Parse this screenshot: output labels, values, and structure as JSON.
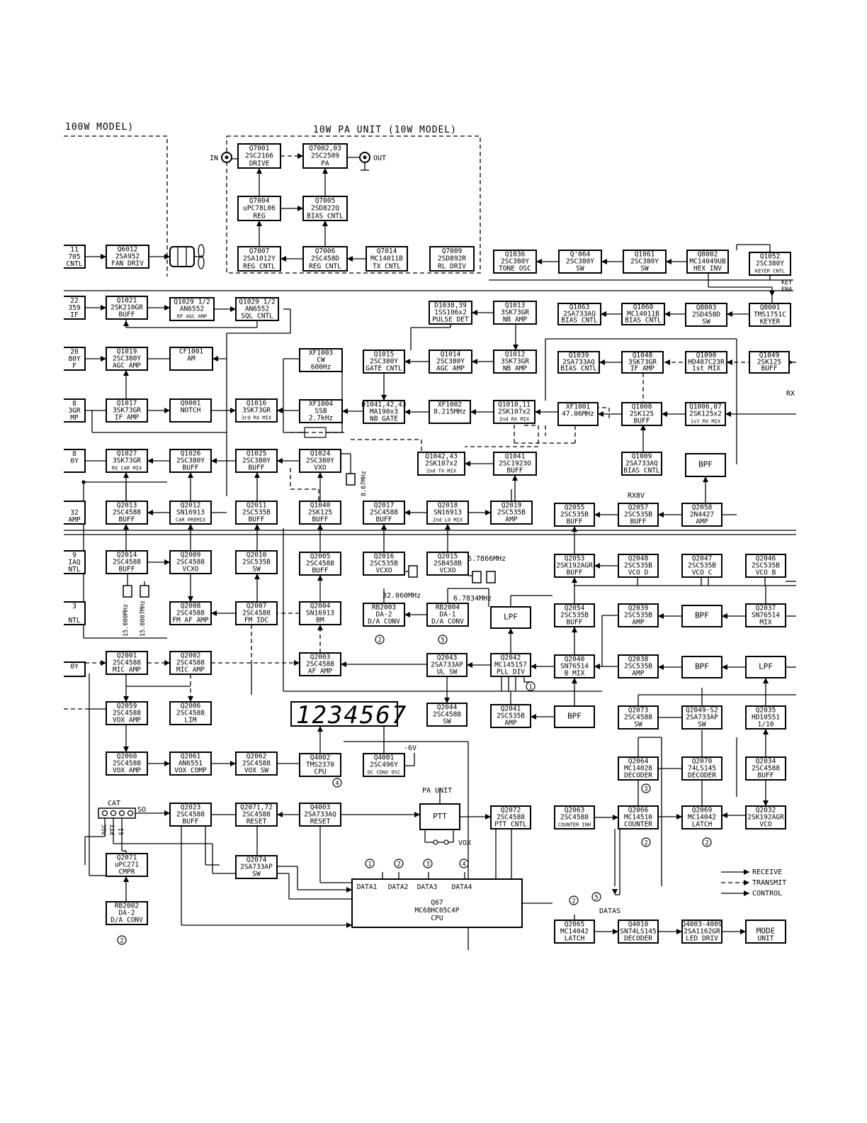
{
  "titles": {
    "left": "100W MODEL)",
    "pa_unit": "10W PA UNIT (10W MODEL)"
  },
  "labels": {
    "in": "IN",
    "out": "OUT",
    "pa_unit": "PA UNIT",
    "vox": "VOX",
    "cat": "CAT",
    "so": "SO",
    "agc": "AGC",
    "ptt": "PTT",
    "si": "SI",
    "rx8v": "RX8V",
    "rx": "RX",
    "key_ena": "KEY ENA",
    "minus6v": "-6V",
    "datas": "DATAS",
    "f_6786": "6.7866MHz",
    "f_6783": "6.7834MHz",
    "f_32060": "32.060MHz",
    "f_15000": "15.000MHz",
    "f_15007": "15.0007MHz",
    "f_867": "8.67MHz",
    "display": "1234567"
  },
  "legend": [
    {
      "text": "RECEIVE",
      "style": "solid"
    },
    {
      "text": "TRANSMIT",
      "style": "dash"
    },
    {
      "text": "CONTROL",
      "style": "solid"
    }
  ],
  "cpu_data_pins": [
    "DATA1",
    "DATA2",
    "DATA3",
    "DATA4"
  ],
  "markers": [
    "1",
    "2",
    "3",
    "4",
    "5"
  ],
  "partial_left": [
    [
      "11",
      "705",
      "CNTL"
    ],
    [
      "22",
      "359",
      "IF"
    ],
    [
      "20",
      "80Y",
      "F"
    ],
    [
      "8",
      "3GR",
      "MP"
    ],
    [
      "8",
      "0Y"
    ],
    [
      "",
      "32",
      "AMP"
    ],
    [
      "9",
      "IAQ",
      "NTL"
    ],
    [
      "3",
      "",
      "NTL"
    ],
    [
      "0Y",
      ""
    ]
  ],
  "blocks": [
    {
      "id": "Q7001",
      "lines": [
        "Q7001",
        "2SC2166",
        "DRIVE"
      ]
    },
    {
      "id": "Q7002",
      "lines": [
        "Q7002,03",
        "2SC2509",
        "PA"
      ]
    },
    {
      "id": "Q7004",
      "lines": [
        "Q7004",
        "uPC78L06",
        "REG"
      ]
    },
    {
      "id": "Q7005",
      "lines": [
        "Q7005",
        "2SD822Q",
        "BIAS CNTL"
      ]
    },
    {
      "id": "Q7007",
      "lines": [
        "Q7007",
        "2SA1012Y",
        "REG CNTL"
      ]
    },
    {
      "id": "Q7006",
      "lines": [
        "Q7006",
        "2SC458D",
        "REG CNTL"
      ]
    },
    {
      "id": "Q7014",
      "lines": [
        "Q7014",
        "MC14011B",
        "TX CNTL"
      ]
    },
    {
      "id": "Q7009",
      "lines": [
        "Q7009",
        "2SD892R",
        "RL DRIV"
      ]
    },
    {
      "id": "Q6012",
      "lines": [
        "Q6012",
        "2SA952",
        "FAN DRIV"
      ]
    },
    {
      "id": "Q1036",
      "lines": [
        "Q1036",
        "2SC380Y",
        "TONE OSC"
      ]
    },
    {
      "id": "Q1064",
      "lines": [
        "Q'064",
        "2SC380Y",
        "SW"
      ]
    },
    {
      "id": "Q1061",
      "lines": [
        "Q1061",
        "2SC380Y",
        "SW"
      ]
    },
    {
      "id": "Q8002",
      "lines": [
        "Q8002",
        "MC14049UB",
        "HEX INV"
      ]
    },
    {
      "id": "Q1052",
      "lines": [
        "Q1052",
        "2SC380Y",
        "KEYER CNTL"
      ]
    },
    {
      "id": "Q1021",
      "lines": [
        "Q1021",
        "2SK210GR",
        "BUFF"
      ]
    },
    {
      "id": "Q1029a",
      "lines": [
        "Q1029 1/2",
        "AN6552",
        "RF AGC AMP"
      ]
    },
    {
      "id": "Q1029b",
      "lines": [
        "Q1029 1/2",
        "AN6552",
        "SQL CNTL"
      ]
    },
    {
      "id": "D1038",
      "lines": [
        "D1038,39",
        "1SS106x2",
        "PULSE DET"
      ]
    },
    {
      "id": "Q1013",
      "lines": [
        "Q1013",
        "3SK73GR",
        "NB AMP"
      ]
    },
    {
      "id": "Q1063",
      "lines": [
        "Q1063",
        "2SA733AQ",
        "BIAS CNTL"
      ]
    },
    {
      "id": "Q1060",
      "lines": [
        "Q1060",
        "MC14011B",
        "BIAS CNTL"
      ]
    },
    {
      "id": "Q8003",
      "lines": [
        "Q8003",
        "2SD458D",
        "SW"
      ]
    },
    {
      "id": "Q8001",
      "lines": [
        "Q8001",
        "TMS1751C",
        "KEYER"
      ]
    },
    {
      "id": "Q1019",
      "lines": [
        "Q1019",
        "2SC380Y",
        "AGC AMP"
      ]
    },
    {
      "id": "CF1001",
      "lines": [
        "CF1001",
        "AM",
        ""
      ]
    },
    {
      "id": "XF1003",
      "lines": [
        "XF1003",
        "CW",
        "600Hz"
      ]
    },
    {
      "id": "Q1015",
      "lines": [
        "Q1015",
        "2SC380Y",
        "GATE CNTL"
      ]
    },
    {
      "id": "Q1014",
      "lines": [
        "Q1014",
        "2SC380Y",
        "AGC AMP"
      ]
    },
    {
      "id": "Q1012",
      "lines": [
        "Q1012",
        "3SK73GR",
        "NB AMP"
      ]
    },
    {
      "id": "Q1039",
      "lines": [
        "Q1039",
        "2SA733AQ",
        "BIAS CNTL"
      ]
    },
    {
      "id": "Q1048",
      "lines": [
        "Q1048",
        "3SK73GR",
        "IF AMP"
      ]
    },
    {
      "id": "Q1090",
      "lines": [
        "Q1090",
        "HD487C23R",
        "1st MIX"
      ]
    },
    {
      "id": "Q1049",
      "lines": [
        "Q1049",
        "2SK125",
        "BUFF"
      ]
    },
    {
      "id": "Q1017",
      "lines": [
        "Q1017",
        "3SK73GR",
        "IF AMP"
      ]
    },
    {
      "id": "Q9001",
      "lines": [
        "Q9001",
        "NOTCH",
        ""
      ]
    },
    {
      "id": "Q1016",
      "lines": [
        "Q1016",
        "3SK73GR",
        "3rd RX MIX"
      ]
    },
    {
      "id": "XF1004",
      "lines": [
        "XF1004",
        "SSB",
        "2.7kHz"
      ]
    },
    {
      "id": "D1041",
      "lines": [
        "D1041,42,43",
        "MA190x3",
        "NB GATE"
      ]
    },
    {
      "id": "XF1002",
      "lines": [
        "XF1002",
        "8.215MHz",
        ""
      ]
    },
    {
      "id": "Q1010",
      "lines": [
        "Q1010,11",
        "2SK107x2",
        "2nd RX MIX"
      ]
    },
    {
      "id": "XF1001",
      "lines": [
        "XF1001",
        "47.06MHz",
        ""
      ]
    },
    {
      "id": "Q1008",
      "lines": [
        "Q1008",
        "2SK125",
        "BUFF"
      ]
    },
    {
      "id": "Q1006",
      "lines": [
        "Q1006,07",
        "2SK125x2",
        "1st RX MIX"
      ]
    },
    {
      "id": "Q1027",
      "lines": [
        "Q1027",
        "3SK73GR",
        "RX CAR MIX"
      ]
    },
    {
      "id": "Q1026",
      "lines": [
        "Q1026",
        "2SC380Y",
        "BUFF"
      ]
    },
    {
      "id": "Q1025",
      "lines": [
        "Q1025",
        "2SC380Y",
        "BUFF"
      ]
    },
    {
      "id": "Q1024",
      "lines": [
        "Q1024",
        "2SC380Y",
        "VXO"
      ]
    },
    {
      "id": "Q1042",
      "lines": [
        "Q1042,43",
        "2SK107x2",
        "2nd TX MIX"
      ]
    },
    {
      "id": "Q1041",
      "lines": [
        "Q1041",
        "2SC1923O",
        "BUFF"
      ]
    },
    {
      "id": "Q1009",
      "lines": [
        "Q1009",
        "2SA733AQ",
        "BIAS CNTL"
      ]
    },
    {
      "id": "BPF1",
      "lines": [
        "",
        "BPF",
        ""
      ]
    },
    {
      "id": "Q2013",
      "lines": [
        "Q2013",
        "2SC4588",
        "BUFF"
      ]
    },
    {
      "id": "Q2012",
      "lines": [
        "Q2012",
        "SN16913",
        "CAR PREMIX"
      ]
    },
    {
      "id": "Q2011",
      "lines": [
        "Q2011",
        "2SC535B",
        "BUFF"
      ]
    },
    {
      "id": "Q1040",
      "lines": [
        "Q1040",
        "2SK125",
        "BUFF"
      ]
    },
    {
      "id": "Q2017",
      "lines": [
        "Q2017",
        "2SC4588",
        "BUFF"
      ]
    },
    {
      "id": "Q2018",
      "lines": [
        "Q2018",
        "SN16913",
        "2nd LO MIX"
      ]
    },
    {
      "id": "Q2019",
      "lines": [
        "Q2019",
        "2SC535B",
        "AMP"
      ]
    },
    {
      "id": "Q2055",
      "lines": [
        "Q2055",
        "2SC535B",
        "BUFF"
      ]
    },
    {
      "id": "Q2057",
      "lines": [
        "Q2057",
        "2SC535B",
        "BUFF"
      ]
    },
    {
      "id": "Q2058",
      "lines": [
        "Q2058",
        "2N4427",
        "AMP"
      ]
    },
    {
      "id": "Q2014",
      "lines": [
        "Q2014",
        "2SC4588",
        "BUFF"
      ]
    },
    {
      "id": "Q2009",
      "lines": [
        "Q2009",
        "2SC4588",
        "VCXO"
      ]
    },
    {
      "id": "Q2010",
      "lines": [
        "Q2010",
        "2SC535B",
        "SW"
      ]
    },
    {
      "id": "Q2005",
      "lines": [
        "Q2005",
        "2SC4588",
        "BUFF"
      ]
    },
    {
      "id": "Q2016",
      "lines": [
        "Q2016",
        "2SC535B",
        "VCXO"
      ]
    },
    {
      "id": "Q2015",
      "lines": [
        "Q2015",
        "2SB458B",
        "VCXO"
      ]
    },
    {
      "id": "Q2053",
      "lines": [
        "Q2053",
        "2SK192AGR",
        "BUFF"
      ]
    },
    {
      "id": "Q2048",
      "lines": [
        "Q2048",
        "2SC535B",
        "VCO D"
      ]
    },
    {
      "id": "Q2047",
      "lines": [
        "Q2047",
        "2SC535B",
        "VCO C"
      ]
    },
    {
      "id": "Q2046",
      "lines": [
        "Q2046",
        "2SC535B",
        "VCO B"
      ]
    },
    {
      "id": "Q2008",
      "lines": [
        "Q2008",
        "2SC4588",
        "FM AF AMP"
      ]
    },
    {
      "id": "Q2007",
      "lines": [
        "Q2007",
        "2SC4588",
        "FM IDC"
      ]
    },
    {
      "id": "Q2004",
      "lines": [
        "Q2004",
        "SN16913",
        "BM"
      ]
    },
    {
      "id": "RB2003",
      "lines": [
        "RB2003",
        "DA-2",
        "D/A CONV"
      ]
    },
    {
      "id": "RB2004",
      "lines": [
        "RB2004",
        "DA-1",
        "D/A CONV"
      ]
    },
    {
      "id": "LPF1",
      "lines": [
        "",
        "LPF",
        ""
      ]
    },
    {
      "id": "Q2054",
      "lines": [
        "Q2054",
        "2SC535B",
        "BUFF"
      ]
    },
    {
      "id": "Q2039",
      "lines": [
        "Q2039",
        "2SC535B",
        "AMP"
      ]
    },
    {
      "id": "BPF2",
      "lines": [
        "",
        "BPF",
        ""
      ]
    },
    {
      "id": "Q2037",
      "lines": [
        "Q2037",
        "SN76514",
        "MIX"
      ]
    },
    {
      "id": "Q2001",
      "lines": [
        "Q2001",
        "2SC4588",
        "MIC AMP"
      ]
    },
    {
      "id": "Q2002",
      "lines": [
        "Q2002",
        "2SC4588",
        "MIC AMP"
      ]
    },
    {
      "id": "Q2003",
      "lines": [
        "Q2003",
        "2SC4588",
        "AF AMP"
      ]
    },
    {
      "id": "Q2043",
      "lines": [
        "Q2043",
        "2SA733AP",
        "UL SW"
      ]
    },
    {
      "id": "Q2042",
      "lines": [
        "Q2042",
        "MC145157",
        "PLL DIV"
      ]
    },
    {
      "id": "Q2040",
      "lines": [
        "Q2040",
        "SN76514",
        "B MIX"
      ]
    },
    {
      "id": "Q2038",
      "lines": [
        "Q2038",
        "2SC535B",
        "AMP"
      ]
    },
    {
      "id": "BPF3",
      "lines": [
        "",
        "BPF",
        ""
      ]
    },
    {
      "id": "LPF2",
      "lines": [
        "",
        "LPF",
        ""
      ]
    },
    {
      "id": "Q2059",
      "lines": [
        "Q2059",
        "2SC4588",
        "VOX AMP"
      ]
    },
    {
      "id": "Q2006",
      "lines": [
        "Q2006",
        "2SC4588",
        "LIM"
      ]
    },
    {
      "id": "Q2044",
      "lines": [
        "Q2044",
        "2SC4588",
        "SW"
      ]
    },
    {
      "id": "Q2041",
      "lines": [
        "Q2041",
        "2SC535B",
        "AMP"
      ]
    },
    {
      "id": "BPF4",
      "lines": [
        "",
        "BPF",
        ""
      ]
    },
    {
      "id": "Q2073",
      "lines": [
        "Q2073",
        "2SC4588",
        "SW"
      ]
    },
    {
      "id": "Q2049",
      "lines": [
        "Q2049-S2",
        "2SA733AP",
        "SW"
      ]
    },
    {
      "id": "Q2035",
      "lines": [
        "Q2035",
        "HD10551",
        "1/10"
      ]
    },
    {
      "id": "Q2060",
      "lines": [
        "Q2060",
        "2SC4588",
        "VOX AMP"
      ]
    },
    {
      "id": "Q2061",
      "lines": [
        "Q2061",
        "AN6551",
        "VOX COMP"
      ]
    },
    {
      "id": "Q2062",
      "lines": [
        "Q2062",
        "2SC4588",
        "VOX SW"
      ]
    },
    {
      "id": "Q4002",
      "lines": [
        "Q4002",
        "TMS2370",
        "CPU"
      ]
    },
    {
      "id": "Q4001",
      "lines": [
        "Q4001",
        "2SC496Y",
        "DC CONV OSC"
      ]
    },
    {
      "id": "Q2064",
      "lines": [
        "Q2064",
        "MC14028",
        "DECODER"
      ]
    },
    {
      "id": "Q2070",
      "lines": [
        "Q2070",
        "74LS145",
        "DECODER"
      ]
    },
    {
      "id": "Q2034",
      "lines": [
        "Q2034",
        "2SC4588",
        "BUFF"
      ]
    },
    {
      "id": "Q2023",
      "lines": [
        "Q2023",
        "2SC4588",
        "BUFF"
      ]
    },
    {
      "id": "Q2071_72",
      "lines": [
        "Q2071,72",
        "2SC4588",
        "RESET"
      ]
    },
    {
      "id": "Q4003",
      "lines": [
        "Q4003",
        "2SA733AQ",
        "RESET"
      ]
    },
    {
      "id": "PTT",
      "lines": [
        "",
        "PTT",
        ""
      ]
    },
    {
      "id": "Q2072",
      "lines": [
        "Q2072",
        "2SC4588",
        "PTT CNTL"
      ]
    },
    {
      "id": "Q2063",
      "lines": [
        "Q2063",
        "2SC4588",
        "COUNTER INH"
      ]
    },
    {
      "id": "Q2066",
      "lines": [
        "Q2066",
        "MC14510",
        "COUNTER"
      ]
    },
    {
      "id": "Q2069",
      "lines": [
        "Q2069",
        "MC14042",
        "LATCH"
      ]
    },
    {
      "id": "Q2032",
      "lines": [
        "Q2032",
        "2SK192AGR",
        "VCO"
      ]
    },
    {
      "id": "Q2071",
      "lines": [
        "Q2071",
        "uPC271",
        "CMPR"
      ]
    },
    {
      "id": "Q2074",
      "lines": [
        "Q2074",
        "2SA733AP",
        "SW"
      ]
    },
    {
      "id": "RB2002",
      "lines": [
        "RB2002",
        "DA-2",
        "D/A CONV"
      ]
    },
    {
      "id": "Q67",
      "lines": [
        "Q67",
        "MC68HC05C4P",
        "CPU"
      ]
    },
    {
      "id": "Q2065",
      "lines": [
        "Q2065",
        "MC14042",
        "LATCH"
      ]
    },
    {
      "id": "Q4010",
      "lines": [
        "Q4010",
        "SN74LS145",
        "DECODER"
      ]
    },
    {
      "id": "Q4003_4009",
      "lines": [
        "Q4003-4009",
        "2SA1162GR",
        "LED DRIV"
      ]
    },
    {
      "id": "MODE",
      "lines": [
        "",
        "MODE",
        "UNIT"
      ]
    }
  ]
}
